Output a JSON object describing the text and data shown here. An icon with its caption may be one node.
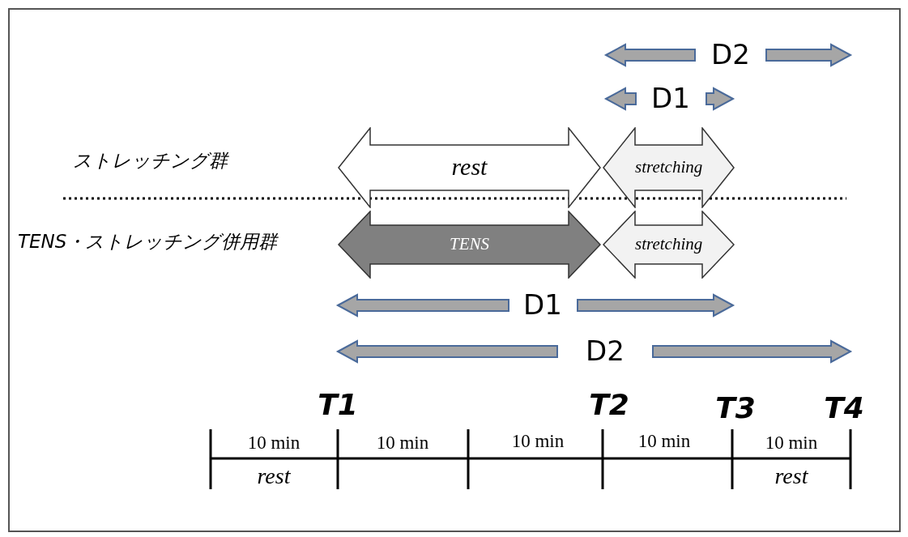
{
  "diagram": {
    "nodes": [
      {
        "text": [
          "rest"
        ]
      },
      {
        "text": [
          "stretching"
        ]
      },
      {
        "text": [
          "TENS"
        ]
      },
      {
        "text": [
          "stretching"
        ]
      }
    ],
    "edges": [],
    "labels": [
      "D2",
      "D1",
      "ストレッチング群",
      "TENS・ストレッチング併用群",
      "D1",
      "D2",
      "T1",
      "T2",
      "T3",
      "T4",
      "10 min",
      "10 min",
      "10 min",
      "10 min",
      "10 min",
      "rest",
      "rest"
    ]
  }
}
